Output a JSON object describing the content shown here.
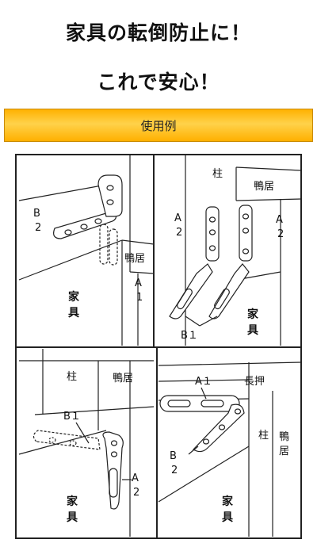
{
  "header": {
    "line1": "家具の転倒防止に！",
    "line2": "これで安心！"
  },
  "banner": {
    "label": "使用例"
  },
  "illustrations": [
    {
      "id": "panel-top-left",
      "labels": {
        "b": "B",
        "b_num": "2",
        "kamoi": "鴨居",
        "a": "A",
        "a_num": "1",
        "kagu": [
          "家",
          "具"
        ]
      }
    },
    {
      "id": "panel-top-right",
      "labels": {
        "hashira": "柱",
        "kamoi": "鴨居",
        "a_left": "A",
        "a_left_num": "2",
        "a_right": "A",
        "a_right_num": "2",
        "b": "B１",
        "kagu": [
          "家",
          "具"
        ]
      }
    },
    {
      "id": "panel-bottom-left",
      "labels": {
        "hashira": "柱",
        "kamoi": "鴨居",
        "b": "B１",
        "a": "A",
        "a_num": "2",
        "kagu": [
          "家",
          "具"
        ]
      }
    },
    {
      "id": "panel-bottom-right",
      "labels": {
        "a": "A１",
        "nageshi": "長押",
        "hashira": "柱",
        "kamoi": [
          "鴨",
          "居"
        ],
        "b": "B",
        "b_num": "2",
        "kagu": [
          "家",
          "具"
        ]
      }
    }
  ]
}
